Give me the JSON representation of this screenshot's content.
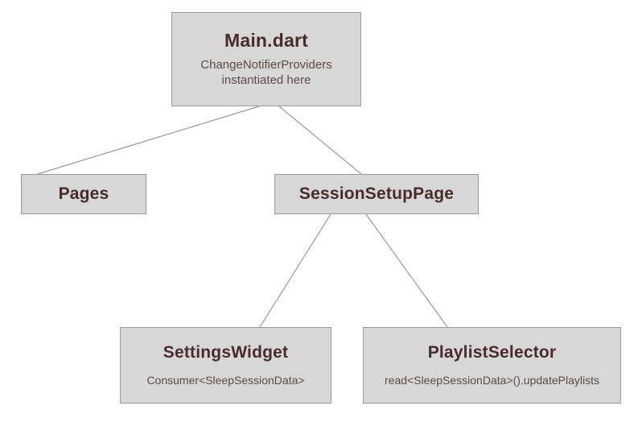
{
  "diagram": {
    "title": "Flutter widget / provider architecture diagram",
    "background_color": "#ffffff",
    "node_fill_color": "#d7d7d7",
    "node_border_color": "#9a9a9a",
    "title_text_color": "#4a2b2b",
    "subtitle_text_color": "#5c4a4a",
    "edge_color": "#9b9b9b",
    "nodes": [
      {
        "id": "main",
        "title": "Main.dart",
        "subtitle": "ChangeNotifierProviders\ninstantiated here"
      },
      {
        "id": "pages",
        "title": "Pages",
        "subtitle": ""
      },
      {
        "id": "session",
        "title": "SessionSetupPage",
        "subtitle": ""
      },
      {
        "id": "settings",
        "title": "SettingsWidget",
        "subtitle": "Consumer<SleepSessionData>"
      },
      {
        "id": "playlist",
        "title": "PlaylistSelector",
        "subtitle": "read<SleepSessionData>().updatePlaylists"
      }
    ],
    "edges": [
      {
        "id": "main-to-pages",
        "from": "main",
        "to": "pages"
      },
      {
        "id": "main-to-session",
        "from": "main",
        "to": "session"
      },
      {
        "id": "session-to-settings",
        "from": "session",
        "to": "settings"
      },
      {
        "id": "session-to-playlist",
        "from": "session",
        "to": "playlist"
      }
    ]
  }
}
